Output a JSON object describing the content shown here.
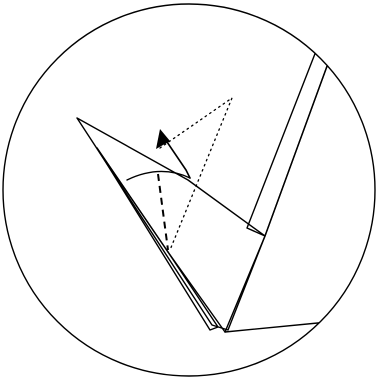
{
  "diagram": {
    "colors": {
      "paper": "#a8f0a0",
      "outline": "#000000",
      "background": "#ffffff"
    },
    "elements": {
      "frame": "circular-frame",
      "paper_model": "folded-origami-paper",
      "mountain_fold": "dotted-fold-line",
      "valley_fold": "dashed-fold-line",
      "fold_direction": "curved-fold-arrow"
    }
  }
}
